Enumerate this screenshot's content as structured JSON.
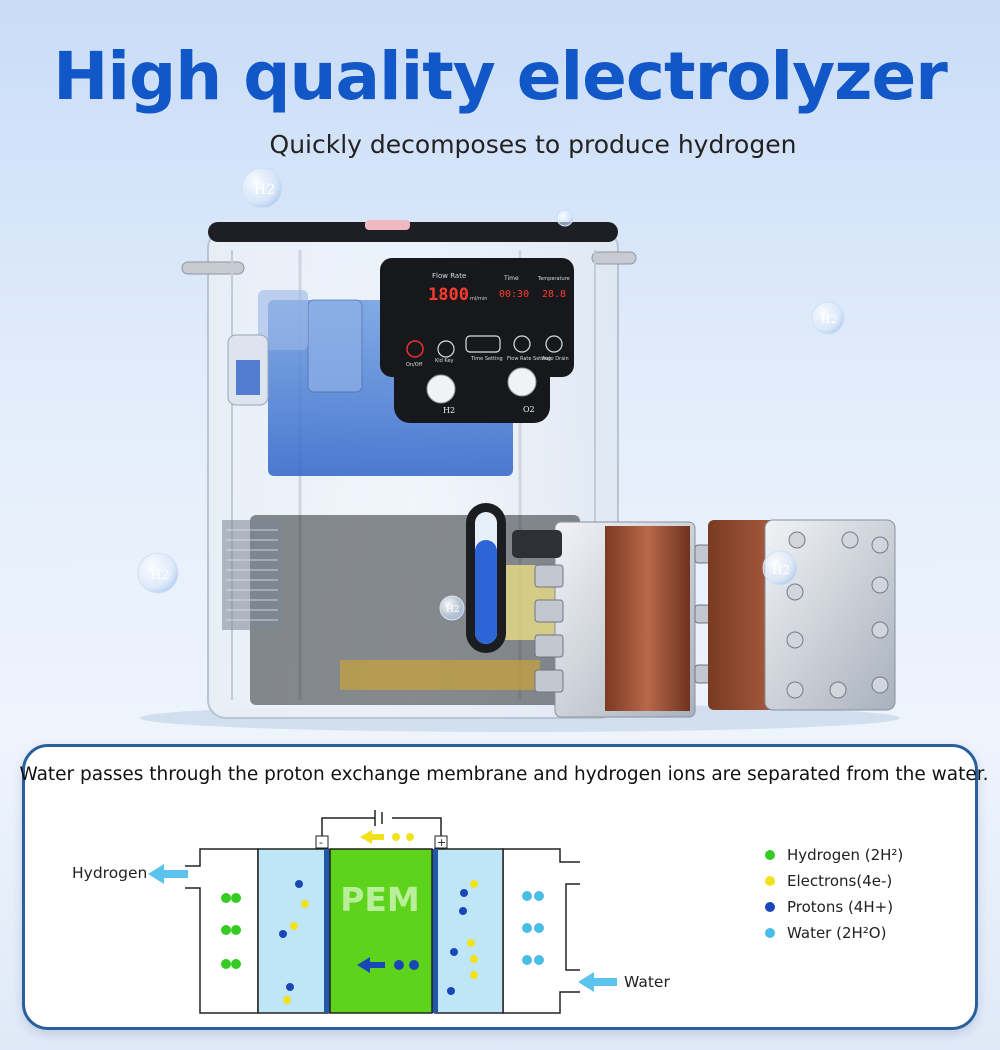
{
  "header": {
    "title": "High quality electrolyzer",
    "subtitle": "Quickly decomposes to produce hydrogen"
  },
  "device": {
    "display": {
      "flow_label": "Flow Rate",
      "flow_value": "1800",
      "flow_unit": "ml/min",
      "time_label": "Time",
      "time_value": "00:30",
      "temp_label": "Temperature",
      "temp_value": "28.8",
      "onoff_label": "On/Off",
      "kidkey_label": "Kid Key",
      "time_setting_label": "Time Setting",
      "flow_setting_label": "Flow Rate Setting",
      "auto_drain_label": "Auto Drain",
      "outlet_h2": "H2",
      "outlet_o2": "O2"
    },
    "bubble_label": "H2"
  },
  "diagram": {
    "caption": "Water passes through the proton exchange membrane and hydrogen ions are separated from the water.",
    "pem_label": "PEM",
    "neg_terminal": "-",
    "pos_terminal": "+",
    "hydrogen_label": "Hydrogen",
    "water_label": "Water",
    "colors": {
      "hydrogen": "#33cc22",
      "electron": "#f2e21c",
      "proton": "#1947b8",
      "water": "#49bde6",
      "membrane": "#5ed31c",
      "electrolyte": "#bfe6f7",
      "arrow": "#5cc2ee"
    }
  },
  "legend": [
    {
      "label": "Hydrogen (2H²)",
      "color": "#33cc22"
    },
    {
      "label": "Electrons(4e-)",
      "color": "#f2e21c"
    },
    {
      "label": "Protons  (4H+)",
      "color": "#1947b8"
    },
    {
      "label": "Water (2H²O)",
      "color": "#49bde6"
    }
  ]
}
